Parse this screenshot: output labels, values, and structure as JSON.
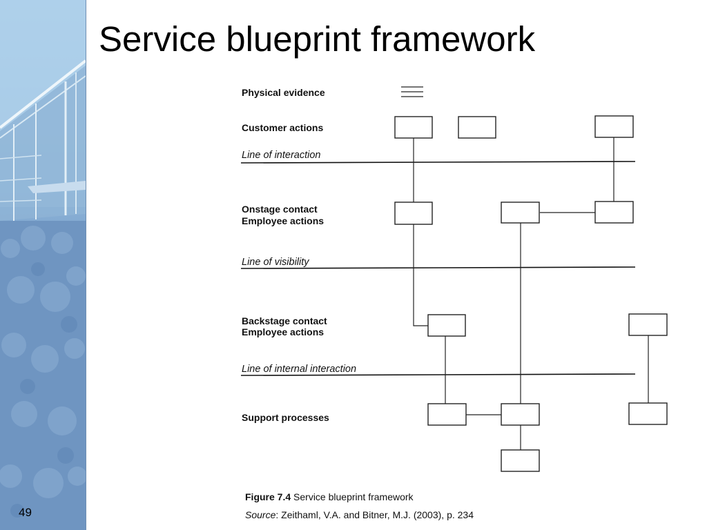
{
  "slide": {
    "title": "Service blueprint framework",
    "page_number": "49"
  },
  "lanes": {
    "physical_evidence": "Physical evidence",
    "customer_actions": "Customer actions",
    "onstage_line1": "Onstage contact",
    "onstage_line2": "Employee actions",
    "backstage_line1": "Backstage contact",
    "backstage_line2": "Employee actions",
    "support_processes": "Support processes"
  },
  "lines": {
    "interaction": "Line of interaction",
    "visibility": "Line of visibility",
    "internal_interaction": "Line of internal interaction"
  },
  "caption": {
    "figure_label": "Figure 7.4",
    "figure_title": " Service blueprint framework",
    "source_label": "Source",
    "source_text": ": Zeithaml, V.A. and Bitner, M.J. (2003), p. 234"
  },
  "colors": {
    "panel_light": "#a9cde8",
    "panel_dark": "#6d93c0",
    "line": "#111111"
  }
}
